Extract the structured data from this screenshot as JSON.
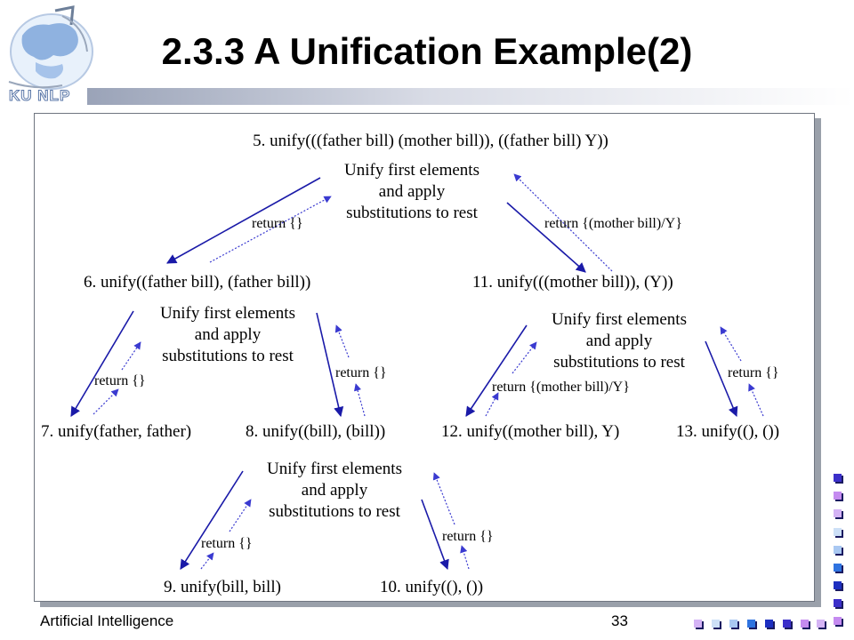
{
  "header": {
    "title": "2.3.3 A Unification Example(2)",
    "logo_text": "KU NLP"
  },
  "diagram": {
    "nodes": {
      "n5": "5. unify(((father bill) (mother bill)), ((father bill) Y))",
      "n6": "6. unify((father bill), (father bill))",
      "n7": "7. unify(father, father)",
      "n8": "8. unify((bill), (bill))",
      "n9": "9. unify(bill, bill)",
      "n10": "10. unify((), ())",
      "n11": "11. unify(((mother bill)), (Y))",
      "n12": "12. unify((mother bill), Y)",
      "n13": "13. unify((), ())"
    },
    "notes": {
      "note_top": [
        "Unify first elements",
        "and apply",
        "substitutions to rest"
      ],
      "note_left": [
        "Unify first elements",
        "and apply",
        "substitutions to rest"
      ],
      "note_right": [
        "Unify first elements",
        "and apply",
        "substitutions to rest"
      ],
      "note_bottom": [
        "Unify first elements",
        "and apply",
        "substitutions to rest"
      ]
    },
    "returns": {
      "r6": "return {}",
      "r11": "return {(mother bill)/Y}",
      "r7": "return {}",
      "r8": "return {}",
      "r12": "return {(mother bill)/Y}",
      "r13": "return {}",
      "r9": "return {}",
      "r10": "return {}"
    }
  },
  "footer": {
    "course": "Artificial Intelligence",
    "page_number": "33"
  },
  "colors": {
    "call_arrow": "#1a1aa8",
    "return_arrow": "#3a3ad0",
    "accent_squares": [
      "#3b2fc9",
      "#c58bf0",
      "#d4b3f5",
      "#cde0f7",
      "#a9c8f2",
      "#2f73e0",
      "#1d2fc0"
    ]
  }
}
